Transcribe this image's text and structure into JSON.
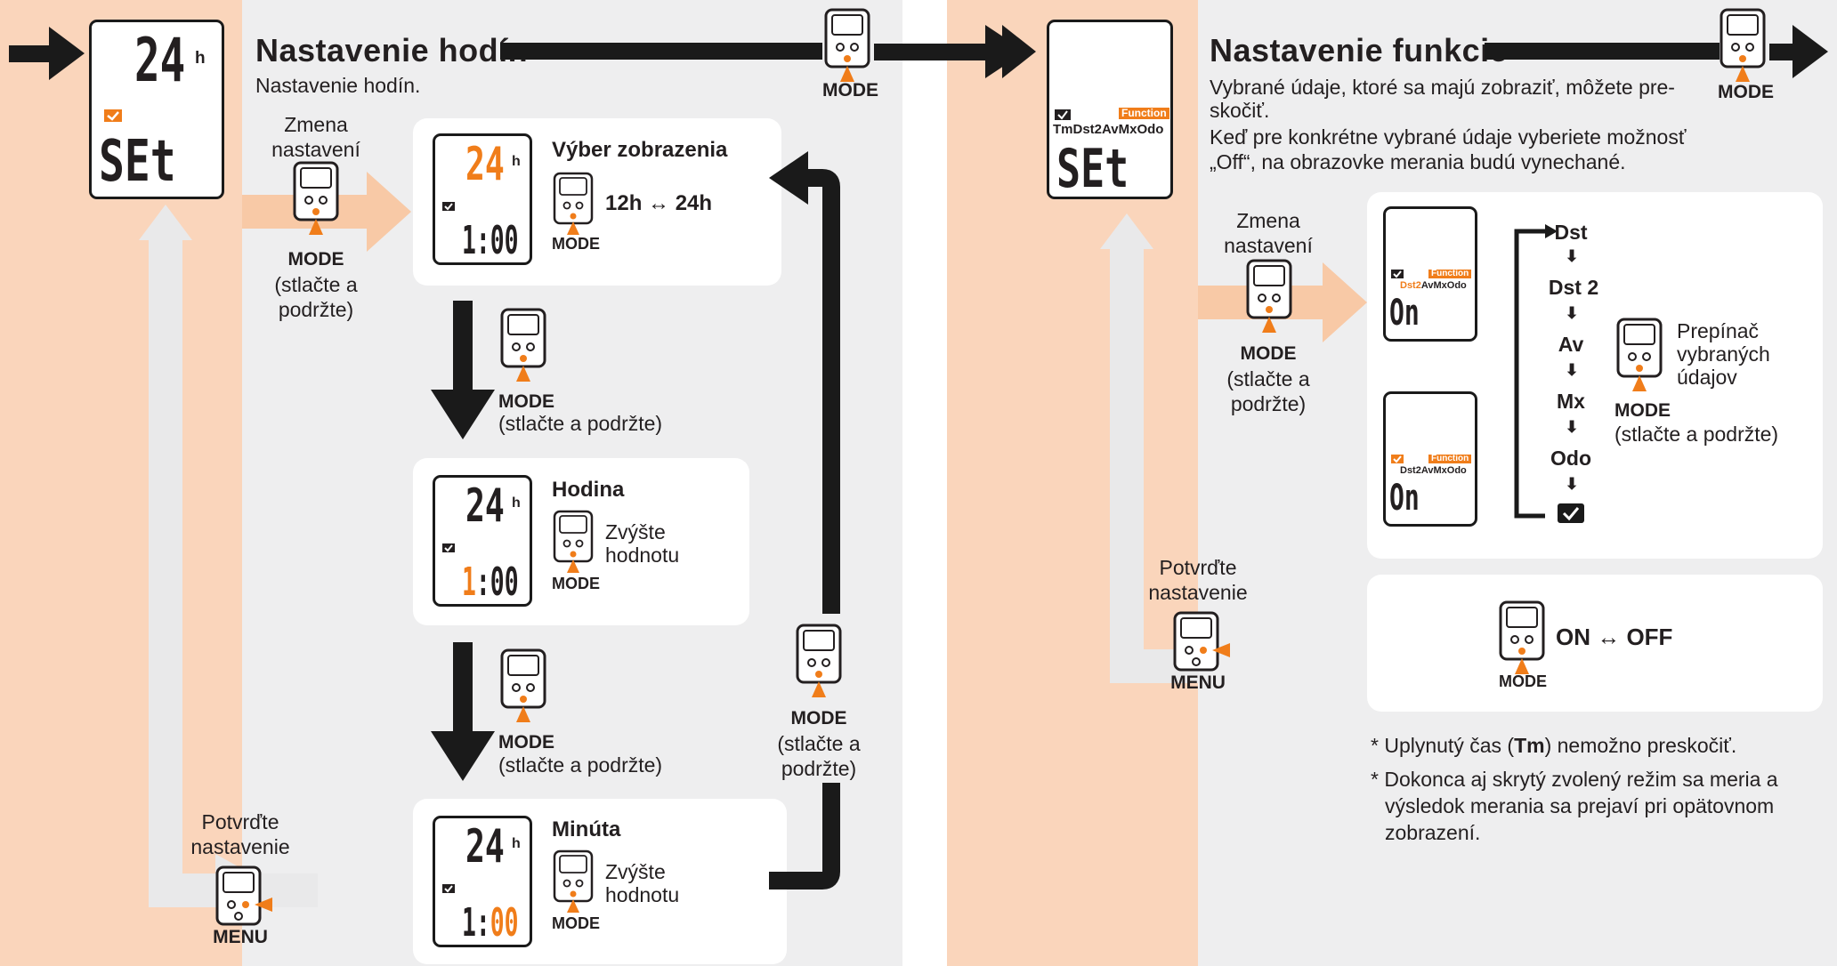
{
  "colors": {
    "peach": "#fad5bb",
    "gray_panel": "#eeeeef",
    "accent_orange": "#f07d1a",
    "arrow_light": "#f8c9a6",
    "arrow_pale": "#e9e9ea",
    "ink": "#1a1a1a"
  },
  "left": {
    "title": "Nastavenie hodín",
    "subtitle": "Nastavenie hodín.",
    "main_lcd": {
      "top": "24",
      "top_unit": "h",
      "bottom": "SEt"
    },
    "change_label_1": "Zmena",
    "change_label_2": "nastavení",
    "hold_mode": "MODE",
    "hold_text_1": "(stlačte a",
    "hold_text_2": "podržte)",
    "confirm_1": "Potvrďte",
    "confirm_2": "nastavenie",
    "menu": "MENU",
    "top_mode": "MODE",
    "step1": {
      "title": "Výber zobrazenia",
      "desc": "12h ↔ 24h",
      "mode": "MODE",
      "lcd_top": "24",
      "lcd_unit": "h",
      "lcd_bottom": "1:00"
    },
    "step2": {
      "title": "Hodina",
      "desc_1": "Zvýšte",
      "desc_2": "hodnotu",
      "mode": "MODE",
      "lcd_top": "24",
      "lcd_unit": "h",
      "lcd_bottom_hi": "1",
      "lcd_bottom_rest": ":00"
    },
    "step3": {
      "title": "Minúta",
      "desc_1": "Zvýšte",
      "desc_2": "hodnotu",
      "mode": "MODE",
      "lcd_top": "24",
      "lcd_unit": "h",
      "lcd_bottom_rest": "1:",
      "lcd_bottom_hi": "00"
    },
    "down1_mode": "MODE",
    "down1_text": "(stlačte a podržte)",
    "down2_mode": "MODE",
    "down2_text": "(stlačte a podržte)",
    "return_mode": "MODE",
    "return_text_1": "(stlačte a",
    "return_text_2": "podržte)"
  },
  "right": {
    "title": "Nastavenie funkcie",
    "desc_1": "Vybrané údaje, ktoré sa majú zobraziť, môžete pre-",
    "desc_2": "skočiť.",
    "desc_3": "Keď pre konkrétne vybrané údaje vyberiete možnosť",
    "desc_4": "„Off“, na obrazovke merania budú vynechané.",
    "top_mode": "MODE",
    "main_lcd": {
      "badge": "Function",
      "row": "TmDst2AvMxOdo",
      "bottom": "SEt"
    },
    "change_label_1": "Zmena",
    "change_label_2": "nastavení",
    "hold_mode": "MODE",
    "hold_text_1": "(stlačte a",
    "hold_text_2": "podržte)",
    "confirm_1": "Potvrďte",
    "confirm_2": "nastavenie",
    "menu": "MENU",
    "lcd_a": {
      "badge": "Function",
      "row_hi": "Dst2",
      "row_rest": "AvMxOdo",
      "bottom": "On"
    },
    "lcd_b": {
      "badge": "Function",
      "row": "Dst2AvMxOdo",
      "bottom": "On"
    },
    "flow": [
      "Dst",
      "Dst 2",
      "Av",
      "Mx",
      "Odo"
    ],
    "switch_label_1": "Prepínač",
    "switch_label_2": "vybraných",
    "switch_label_3": "údajov",
    "switch_mode": "MODE",
    "switch_text": "(stlačte a podržte)",
    "onoff": "ON ↔ OFF",
    "onoff_mode": "MODE",
    "note1_pre": "* Uplynutý čas (",
    "note1_bold": "Tm",
    "note1_post": ") nemožno preskočiť.",
    "note2_1": "* Dokonca aj skrytý zvolený režim sa meria a",
    "note2_2": "výsledok merania sa prejaví pri opätovnom",
    "note2_3": "zobrazení."
  }
}
